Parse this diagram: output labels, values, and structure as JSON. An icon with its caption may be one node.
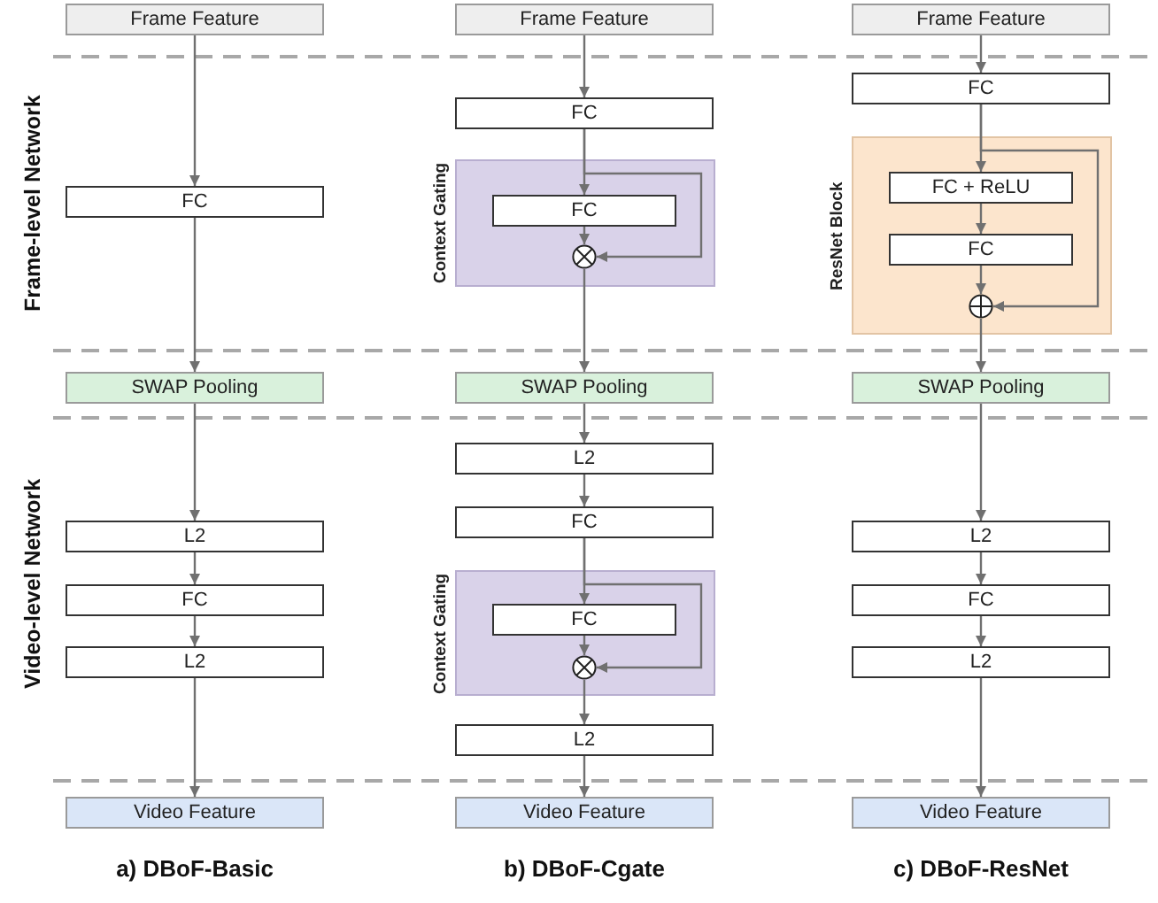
{
  "diagram": {
    "nodes": [
      {
        "text": [
          "Frame Feature"
        ]
      },
      {
        "text": [
          "FC"
        ]
      },
      {
        "text": [
          "SWAP Pooling"
        ]
      },
      {
        "text": [
          "L2"
        ]
      },
      {
        "text": [
          "FC"
        ]
      },
      {
        "text": [
          "L2"
        ]
      },
      {
        "text": [
          "Video Feature"
        ]
      },
      {
        "text": [
          "Frame Feature"
        ]
      },
      {
        "text": [
          "FC"
        ]
      },
      {
        "text": [
          "Context Gating"
        ]
      },
      {
        "text": [
          "FC"
        ],
        "in": 9
      },
      {
        "text": [],
        "shape": "circle",
        "in": 9
      },
      {
        "text": [
          "SWAP Pooling"
        ]
      },
      {
        "text": [
          "L2"
        ]
      },
      {
        "text": [
          "FC"
        ]
      },
      {
        "text": [
          "Context Gating"
        ]
      },
      {
        "text": [
          "FC"
        ],
        "in": 15
      },
      {
        "text": [],
        "shape": "circle",
        "in": 15
      },
      {
        "text": [
          "L2"
        ]
      },
      {
        "text": [
          "Video Feature"
        ]
      },
      {
        "text": [
          "Frame Feature"
        ]
      },
      {
        "text": [
          "FC"
        ]
      },
      {
        "text": [
          "ResNet Block"
        ]
      },
      {
        "text": [
          "FC + ReLU"
        ],
        "in": 22
      },
      {
        "text": [
          "FC"
        ],
        "in": 22
      },
      {
        "text": [],
        "shape": "circle",
        "in": 22
      },
      {
        "text": [
          "SWAP Pooling"
        ]
      },
      {
        "text": [
          "L2"
        ]
      },
      {
        "text": [
          "FC"
        ]
      },
      {
        "text": [
          "L2"
        ]
      },
      {
        "text": [
          "Video Feature"
        ]
      }
    ],
    "edges": [
      {
        "from": 0,
        "to": 1,
        "arrow": "to"
      },
      {
        "from": 1,
        "to": 2,
        "arrow": "to"
      },
      {
        "from": 2,
        "to": 3,
        "arrow": "to"
      },
      {
        "from": 3,
        "to": 4,
        "arrow": "to"
      },
      {
        "from": 4,
        "to": 5,
        "arrow": "to"
      },
      {
        "from": 5,
        "to": 6,
        "arrow": "to"
      },
      {
        "from": 7,
        "to": 8,
        "arrow": "to"
      },
      {
        "from": 8,
        "to": 10,
        "arrow": "to"
      },
      {
        "from": 10,
        "to": 11,
        "arrow": "to"
      },
      {
        "from": 8,
        "to": 11,
        "arrow": "to"
      },
      {
        "from": 11,
        "to": 12,
        "arrow": "to"
      },
      {
        "from": 12,
        "to": 13,
        "arrow": "to"
      },
      {
        "from": 13,
        "to": 14,
        "arrow": "to"
      },
      {
        "from": 14,
        "to": 16,
        "arrow": "to"
      },
      {
        "from": 16,
        "to": 17,
        "arrow": "to"
      },
      {
        "from": 14,
        "to": 17,
        "arrow": "to"
      },
      {
        "from": 17,
        "to": 18,
        "arrow": "to"
      },
      {
        "from": 18,
        "to": 19,
        "arrow": "to"
      },
      {
        "from": 20,
        "to": 21,
        "arrow": "to"
      },
      {
        "from": 21,
        "to": 23,
        "arrow": "to"
      },
      {
        "from": 23,
        "to": 24,
        "arrow": "to"
      },
      {
        "from": 24,
        "to": 25,
        "arrow": "to"
      },
      {
        "from": 21,
        "to": 25,
        "arrow": "to"
      },
      {
        "from": 25,
        "to": 26,
        "arrow": "to"
      },
      {
        "from": 26,
        "to": 27,
        "arrow": "to"
      },
      {
        "from": 27,
        "to": 28,
        "arrow": "to"
      },
      {
        "from": 28,
        "to": 29,
        "arrow": "to"
      },
      {
        "from": 29,
        "to": 30,
        "arrow": "to"
      }
    ],
    "labels": [
      "Frame-level Network",
      "Video-level Network",
      "a) DBoF-Basic",
      "b) DBoF-Cgate",
      "c) DBoF-ResNet"
    ]
  }
}
